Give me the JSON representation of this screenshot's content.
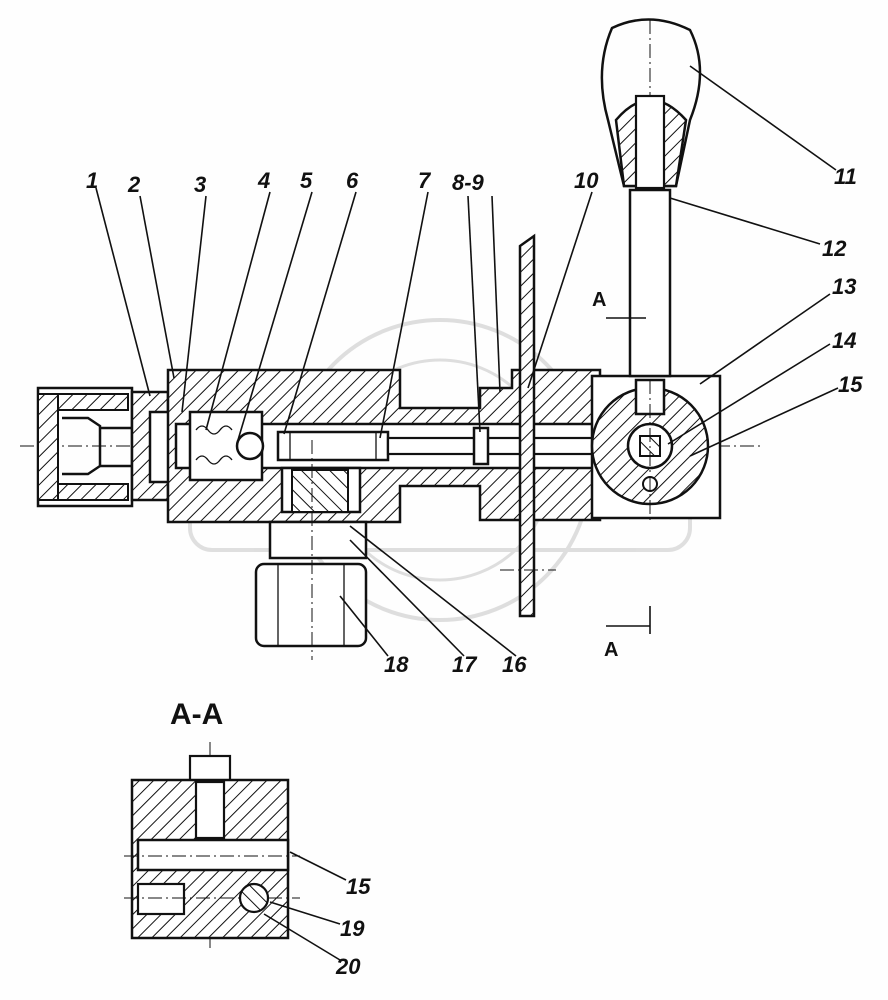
{
  "section_title": "A-A",
  "section_marker": "A",
  "callouts": [
    {
      "id": "1",
      "text": "1"
    },
    {
      "id": "2",
      "text": "2"
    },
    {
      "id": "3",
      "text": "3"
    },
    {
      "id": "4",
      "text": "4"
    },
    {
      "id": "5",
      "text": "5"
    },
    {
      "id": "6",
      "text": "6"
    },
    {
      "id": "7",
      "text": "7"
    },
    {
      "id": "8-9",
      "text": "8-9"
    },
    {
      "id": "10",
      "text": "10"
    },
    {
      "id": "11",
      "text": "11"
    },
    {
      "id": "12",
      "text": "12"
    },
    {
      "id": "13",
      "text": "13"
    },
    {
      "id": "14",
      "text": "14"
    },
    {
      "id": "15",
      "text": "15"
    },
    {
      "id": "16",
      "text": "16"
    },
    {
      "id": "17",
      "text": "17"
    },
    {
      "id": "18",
      "text": "18"
    },
    {
      "id": "15b",
      "text": "15"
    },
    {
      "id": "19",
      "text": "19"
    },
    {
      "id": "20",
      "text": "20"
    }
  ],
  "colors": {
    "ink": "#111111",
    "paper": "#fefefe"
  }
}
